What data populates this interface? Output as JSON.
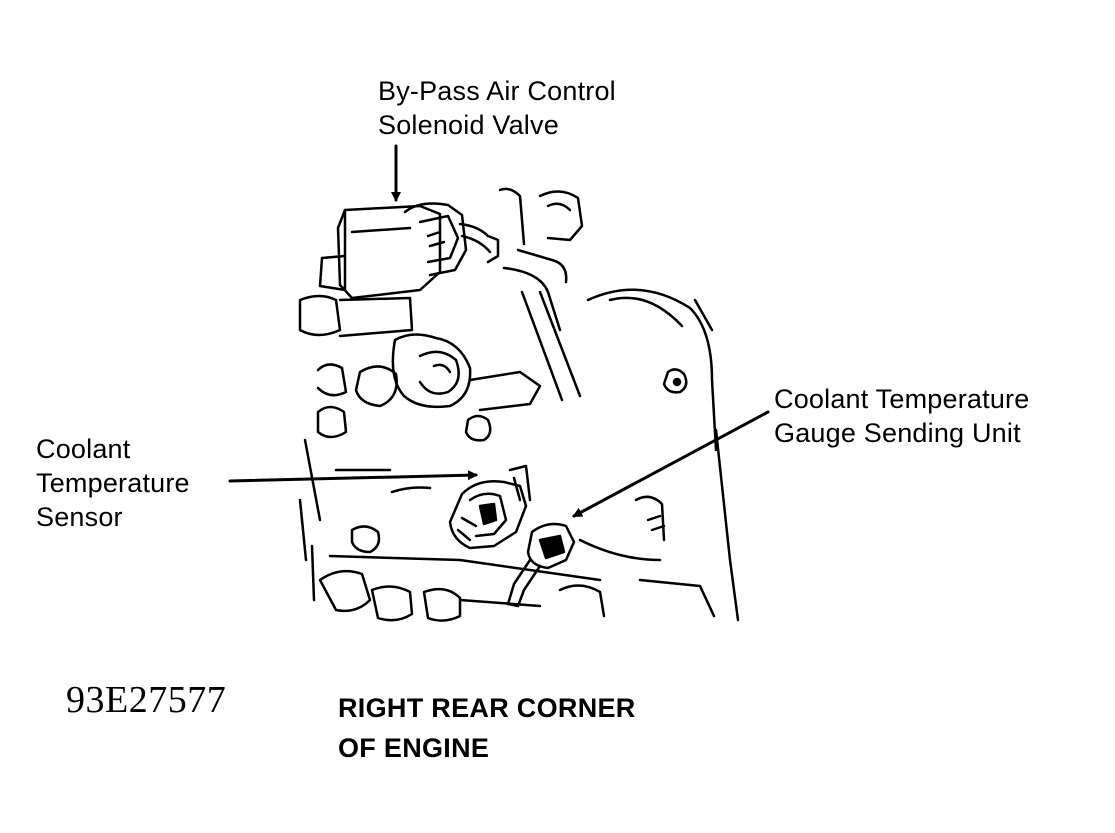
{
  "labels": {
    "bypass_valve_line1": "By-Pass Air Control",
    "bypass_valve_line2": "Solenoid Valve",
    "coolant_sensor_line1": "Coolant",
    "coolant_sensor_line2": "Temperature",
    "coolant_sensor_line3": "Sensor",
    "gauge_unit_line1": "Coolant Temperature",
    "gauge_unit_line2": "Gauge Sending Unit"
  },
  "figure_id": "93E27577",
  "caption": {
    "line1": "RIGHT REAR CORNER",
    "line2": "OF ENGINE"
  }
}
